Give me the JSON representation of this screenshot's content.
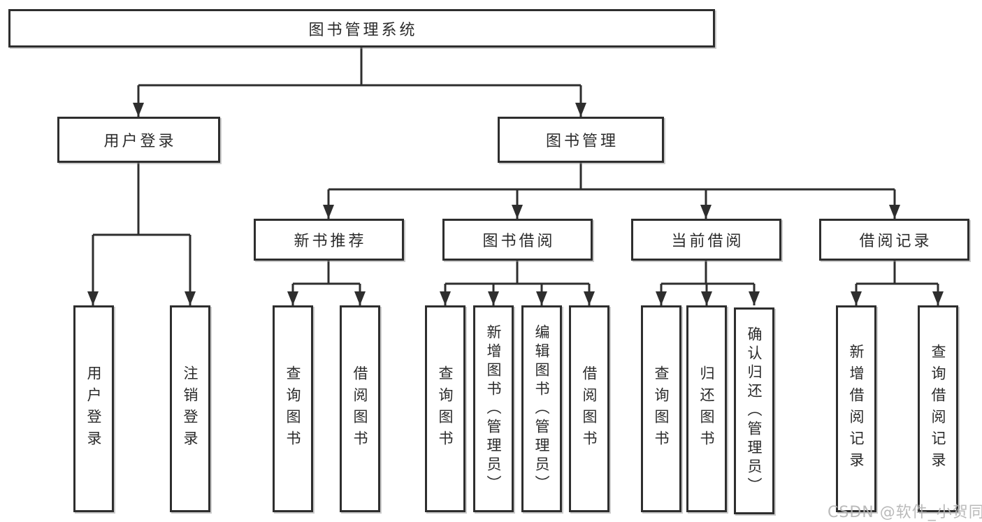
{
  "diagram": {
    "root": "图书管理系统",
    "branches": [
      {
        "label": "用户登录",
        "children": [
          "用户登录",
          "注销登录"
        ]
      },
      {
        "label": "图书管理",
        "groups": [
          {
            "label": "新书推荐",
            "children": [
              "查询图书",
              "借阅图书"
            ]
          },
          {
            "label": "图书借阅",
            "children": [
              "查询图书",
              "新增图书（管理员）",
              "编辑图书（管理员）",
              "借阅图书"
            ]
          },
          {
            "label": "当前借阅",
            "children": [
              "查询图书",
              "归还图书",
              "确认归还（管理员）"
            ]
          },
          {
            "label": "借阅记录",
            "children": [
              "新增借阅记录",
              "查询借阅记录"
            ]
          }
        ]
      }
    ]
  },
  "watermark": "CSDN @软件_小贺同学",
  "colors": {
    "line": "#2e2e2e",
    "text": "#2b2b2b",
    "watermark": "#b3b3b3",
    "background": "#ffffff"
  }
}
